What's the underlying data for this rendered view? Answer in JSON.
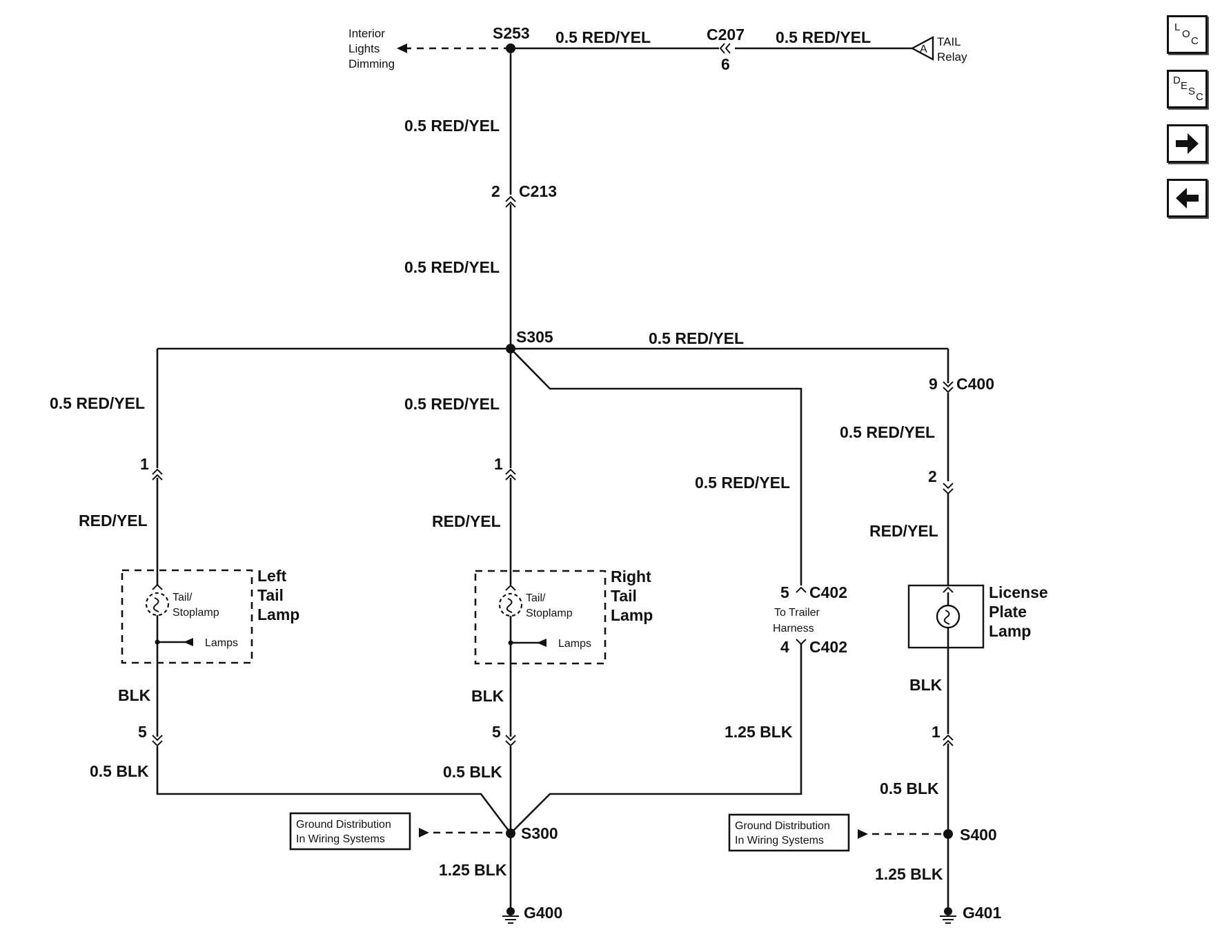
{
  "nav": {
    "loc": {
      "c1": "L",
      "c2": "O",
      "c3": "C"
    },
    "desc": {
      "c1": "D",
      "c2": "E",
      "c3": "S",
      "c4": "C"
    },
    "next_glyph": "🡆",
    "prev_glyph": "🡄"
  },
  "top": {
    "interior_lines": [
      "Interior",
      "Lights",
      "Dimming"
    ],
    "s253": "S253",
    "wire_s253_c207": "0.5 RED/YEL",
    "c207": "C207",
    "c207_pin": "6",
    "wire_c207_relay": "0.5 RED/YEL",
    "relay_pin": "A",
    "relay_lines": [
      "TAIL",
      "Relay"
    ],
    "wire_s253_c213": "0.5 RED/YEL",
    "c213_pin": "2",
    "c213": "C213",
    "wire_c213_s305": "0.5 RED/YEL"
  },
  "s305": {
    "label": "S305",
    "wire_right": "0.5 RED/YEL"
  },
  "left": {
    "wire_top": "0.5 RED/YEL",
    "pin_top": "1",
    "wire_mid": "RED/YEL",
    "bulb_lines": [
      "Tail/",
      "Stoplamp"
    ],
    "lamps": "Lamps",
    "name_lines": [
      "Left",
      "Tail",
      "Lamp"
    ],
    "wire_blk": "BLK",
    "pin_bot": "5",
    "wire_bot": "0.5 BLK"
  },
  "right": {
    "wire_top": "0.5 RED/YEL",
    "pin_top": "1",
    "wire_mid": "RED/YEL",
    "bulb_lines": [
      "Tail/",
      "Stoplamp"
    ],
    "lamps": "Lamps",
    "name_lines": [
      "Right",
      "Tail",
      "Lamp"
    ],
    "wire_blk": "BLK",
    "pin_bot": "5",
    "wire_bot": "0.5 BLK"
  },
  "trailer": {
    "wire_top": "0.5 RED/YEL",
    "c402_top_pin": "5",
    "c402_top": "C402",
    "harness_lines": [
      "To Trailer",
      "Harness"
    ],
    "c402_bot_pin": "4",
    "c402_bot": "C402",
    "wire_bot": "1.25 BLK"
  },
  "license": {
    "c400_pin": "9",
    "c400": "C400",
    "wire_top": "0.5 RED/YEL",
    "pin_2": "2",
    "wire_mid": "RED/YEL",
    "name_lines": [
      "License",
      "Plate",
      "Lamp"
    ],
    "wire_blk": "BLK",
    "pin_1": "1",
    "wire_bot": "0.5 BLK"
  },
  "ground_left": {
    "ref_lines": [
      "Ground Distribution",
      "In Wiring Systems"
    ],
    "splice": "S300",
    "wire": "1.25 BLK",
    "ground": "G400"
  },
  "ground_right": {
    "ref_lines": [
      "Ground Distribution",
      "In Wiring Systems"
    ],
    "splice": "S400",
    "wire": "1.25 BLK",
    "ground": "G401"
  }
}
